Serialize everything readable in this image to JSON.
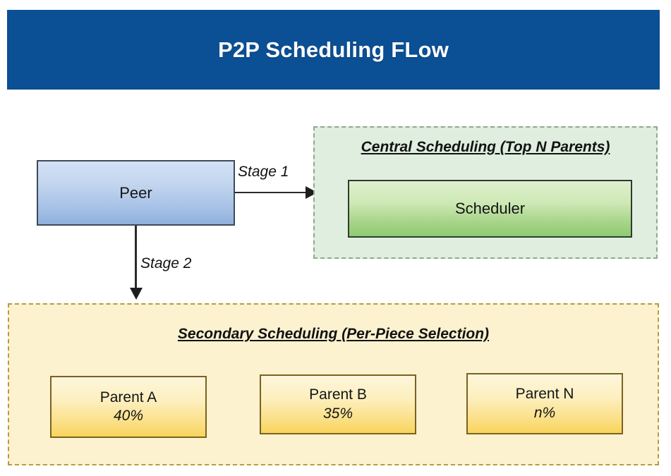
{
  "header": {
    "title": "P2P Scheduling FLow",
    "background_color": "#0b4f94",
    "text_color": "#ffffff"
  },
  "diagram": {
    "peer": {
      "label": "Peer"
    },
    "edges": [
      {
        "label": "Stage 1",
        "from": "Peer",
        "to": "Central Scheduling (Top N Parents)",
        "direction": "right"
      },
      {
        "label": "Stage 2",
        "from": "Peer",
        "to": "Secondary Scheduling (Per-Piece Selection)",
        "direction": "down"
      }
    ],
    "central_scheduling": {
      "title": "Central Scheduling (Top N Parents)",
      "background_color": "#dfeede",
      "border_color": "#8fa98d",
      "node": {
        "label": "Scheduler"
      }
    },
    "secondary_scheduling": {
      "title": "Secondary Scheduling (Per-Piece Selection)",
      "background_color": "#fcf2d0",
      "border_color": "#b79c3f",
      "parents": [
        {
          "name": "Parent A",
          "share": "40%"
        },
        {
          "name": "Parent B",
          "share": "35%"
        },
        {
          "name": "Parent N",
          "share": "n%"
        }
      ]
    }
  }
}
